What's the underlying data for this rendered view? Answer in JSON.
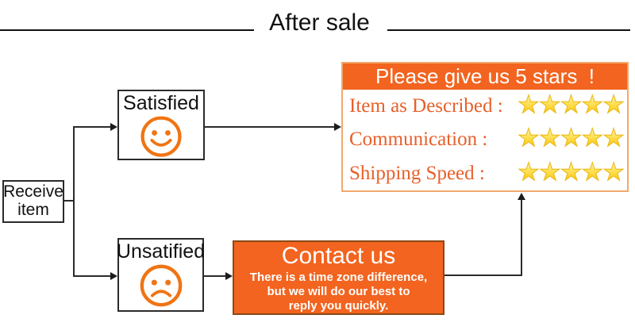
{
  "title": {
    "text": "After sale"
  },
  "flow": {
    "receive": {
      "line1": "Receive",
      "line2": "item"
    },
    "satisfied": {
      "label": "Satisfied"
    },
    "unsatisfied": {
      "label": "Unsatified"
    }
  },
  "rating_panel": {
    "header": "Please give us 5 stars  !",
    "rows": [
      {
        "label": "Item as Described :",
        "stars": "★★★★★",
        "count": 5
      },
      {
        "label": "Communication :",
        "stars": "★★★★★",
        "count": 5
      },
      {
        "label": "Shipping Speed :",
        "stars": "★★★★★",
        "count": 5
      }
    ]
  },
  "contact": {
    "title": "Contact us",
    "lines": [
      "There is a time zone difference,",
      "but we will do our best to",
      "reply you quickly."
    ]
  },
  "colors": {
    "orange": "#F2641F",
    "label_orange": "#E7602A",
    "panel_border": "#F2A96E",
    "star_gold": "#FFD83A",
    "line_black": "#2B2B2B"
  }
}
